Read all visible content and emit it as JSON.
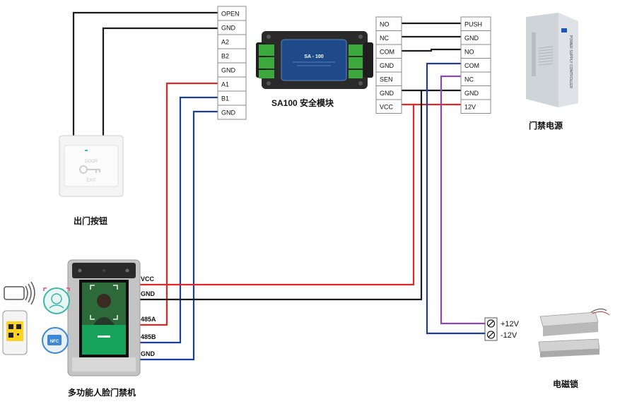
{
  "terminal_blocks": {
    "sa100_left": [
      "OPEN",
      "GND",
      "A2",
      "B2",
      "GND",
      "A1",
      "B1",
      "GND"
    ],
    "sa100_right": [
      "NO",
      "NC",
      "COM",
      "GND",
      "SEN",
      "GND",
      "VCC"
    ],
    "power_supply": [
      "PUSH",
      "GND",
      "NO",
      "COM",
      "NC",
      "GND",
      "12V"
    ]
  },
  "sa100_module": {
    "caption": "SA100 安全模块",
    "screen_text": "SA - 100"
  },
  "power_supply": {
    "caption": "门禁电源",
    "side_text": "POWER SUPPLY CONTROLLER"
  },
  "exit_button": {
    "caption": "出门按钮",
    "text_top": "DOOR",
    "text_bottom": "EXIT"
  },
  "face_terminal": {
    "caption": "多功能人脸门禁机",
    "wire_labels": [
      "VCC",
      "GND",
      "485A",
      "485B",
      "GND"
    ]
  },
  "magnetic_lock": {
    "caption": "电磁锁",
    "terminals": [
      "+12V",
      "-12V"
    ]
  },
  "icons": {
    "feature_icons": [
      "contactless-card-icon",
      "face-recognition-icon",
      "qr-code-phone-icon",
      "nfc-card-icon"
    ]
  },
  "colors": {
    "red": "#e02828",
    "blue": "#1c3f94",
    "black": "#1a1a1a",
    "purple": "#8a46b8",
    "module_blue": "#1f4a8a",
    "relay_green": "#3da83d"
  }
}
